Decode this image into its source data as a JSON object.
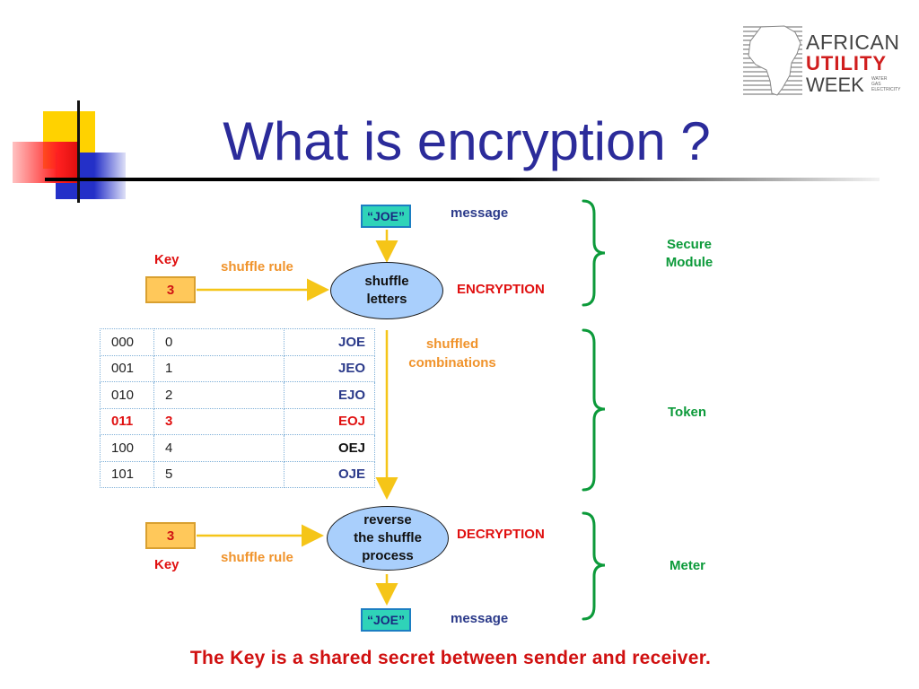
{
  "title": "What is encryption ?",
  "logo": {
    "line1": "AFRICAN",
    "line2": "UTILITY",
    "line3": "WEEK",
    "small": [
      "WATER",
      "GAS",
      "ELECTRICITY"
    ]
  },
  "top_message": "“JOE”",
  "top_message_label": "message",
  "bottom_message": "“JOE”",
  "bottom_message_label": "message",
  "encrypt": {
    "key_label": "Key",
    "key_value": "3",
    "rule_label": "shuffle rule",
    "process": [
      "shuffle",
      "letters"
    ],
    "stage": "ENCRYPTION"
  },
  "decrypt": {
    "key_label": "Key",
    "key_value": "3",
    "rule_label": "shuffle rule",
    "process": [
      "reverse",
      "the shuffle",
      "process"
    ],
    "stage": "DECRYPTION"
  },
  "shuffled_label": [
    "shuffled",
    "combinations"
  ],
  "combinations": [
    {
      "bin": "000",
      "dec": "0",
      "word": "JOE",
      "highlight": false
    },
    {
      "bin": "001",
      "dec": "1",
      "word": "JEO",
      "highlight": false
    },
    {
      "bin": "010",
      "dec": "2",
      "word": "EJO",
      "highlight": false
    },
    {
      "bin": "011",
      "dec": "3",
      "word": "EOJ",
      "highlight": true
    },
    {
      "bin": "100",
      "dec": "4",
      "word": "OEJ",
      "highlight": false
    },
    {
      "bin": "101",
      "dec": "5",
      "word": "OJE",
      "highlight": false
    }
  ],
  "braces": {
    "secure_module": [
      "Secure",
      "Module"
    ],
    "token": "Token",
    "meter": "Meter"
  },
  "footer": "The Key is a shared secret between sender and receiver.",
  "colors": {
    "title": "#2b2b9a",
    "message_box": "#2fd3b8",
    "key_box": "#ffc85a",
    "ellipse": "#a9cffc",
    "arrow": "#f5c518",
    "brace": "#0c9a3a",
    "alert": "#e01010",
    "rule": "#f0932b"
  }
}
